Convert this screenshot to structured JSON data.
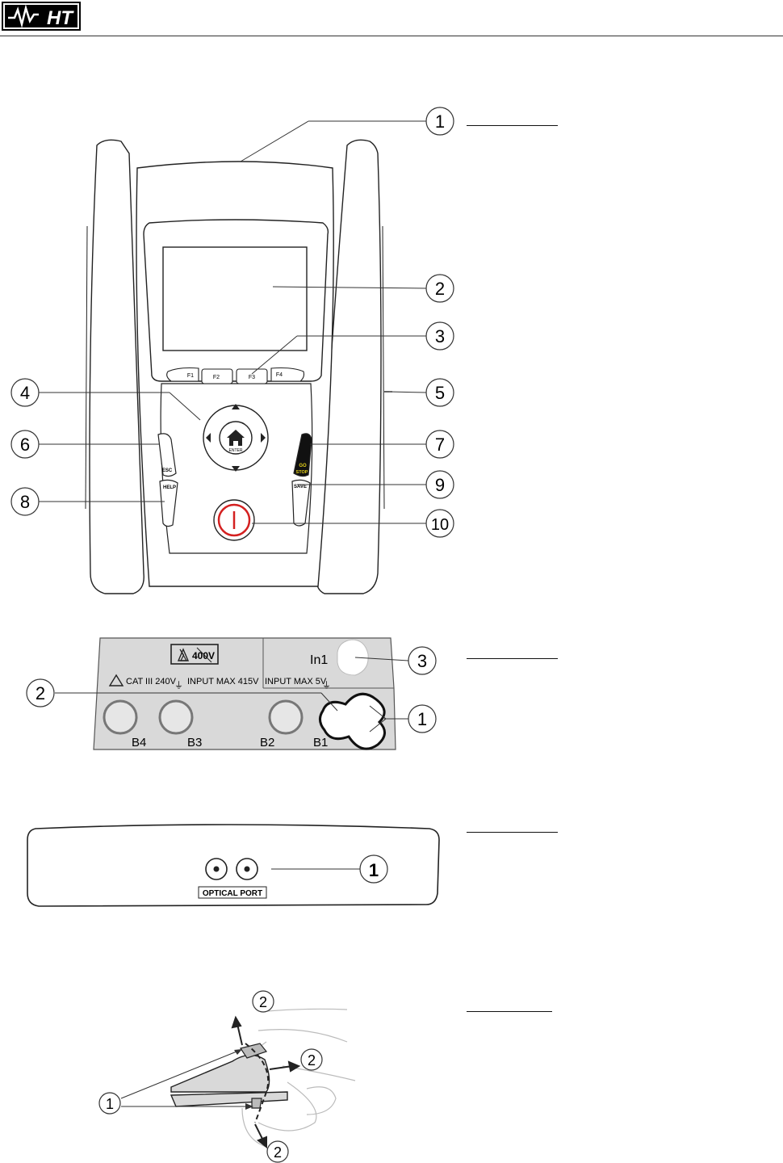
{
  "brand": {
    "logo_text": "HT"
  },
  "figure_front": {
    "softkeys": [
      "F1",
      "F2",
      "F3",
      "F4"
    ],
    "keys": {
      "enter": "ENTER",
      "esc": "ESC",
      "help": "HELP",
      "go": "GO",
      "stop": "STOP",
      "save": "SAVE"
    },
    "callouts": [
      "1",
      "2",
      "3",
      "4",
      "5",
      "6",
      "7",
      "8",
      "9",
      "10"
    ]
  },
  "figure_inputs": {
    "warning_voltage": "400V",
    "cat_label": "CAT III 240V",
    "input_max_main": "INPUT MAX 415V",
    "input_max_aux": "INPUT MAX 5V",
    "aux_input": "In1",
    "terminals": [
      "B4",
      "B3",
      "B2",
      "B1"
    ],
    "callouts": [
      "1",
      "2",
      "3"
    ]
  },
  "figure_optical": {
    "port_label": "OPTICAL PORT",
    "callouts": [
      "1"
    ]
  },
  "figure_clip": {
    "callouts": [
      "1",
      "2",
      "2",
      "2"
    ]
  },
  "colors": {
    "stroke": "#222222",
    "panel_gray": "#d9d9d9",
    "power_red": "#d42020",
    "go_yellow": "#e6d21a"
  }
}
